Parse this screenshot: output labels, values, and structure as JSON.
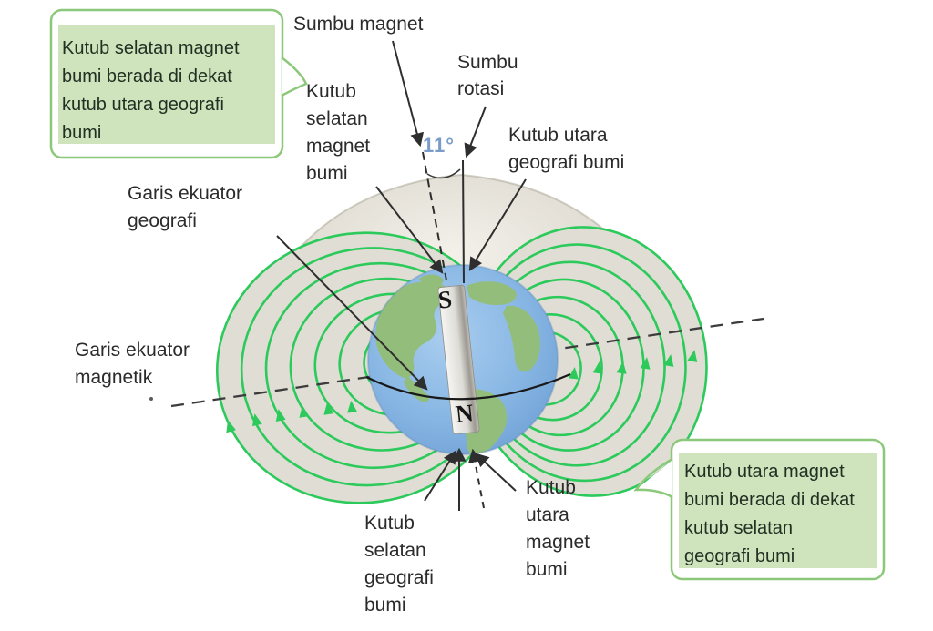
{
  "figure": {
    "title_context": "Diagram medan magnet bumi",
    "labels": {
      "sumbu_magnet": "Sumbu magnet",
      "sumbu_rotasi": "Sumbu\nrotasi",
      "kutub_selatan_magnet_bumi": "Kutub\nselatan\nmagnet\nbumi",
      "kutub_utara_geografi_bumi": "Kutub utara\ngeografi bumi",
      "angle": "11°",
      "garis_ekuator_geografi": "Garis ekuator\ngeografi",
      "garis_ekuator_magnetik": "Garis ekuator\nmagnetik",
      "kutub_selatan_geografi_bumi": "Kutub\nselatan\ngeografi\nbumi",
      "kutub_utara_magnet_bumi": "Kutub\nutara\nmagnet\nbumi"
    },
    "callouts": {
      "top_left": "Kutub selatan magnet\nbumi berada di dekat\nkutub utara geografi\nbumi",
      "bottom_right": "Kutub utara magnet\nbumi berada di dekat\nkutub selatan\ngeografi bumi"
    },
    "magnet": {
      "top_pole": "S",
      "bottom_pole": "N"
    },
    "colors": {
      "field_line": "#2cc95b",
      "callout_border": "#8cc87a",
      "callout_fill": "#cfe3bd",
      "angle_text": "#7b9cc9",
      "ocean": "#86b5e3",
      "land": "#93bd7b",
      "dome": "#d9d6cc",
      "text": "#2b2b2b",
      "line": "#2e2e2e"
    }
  }
}
